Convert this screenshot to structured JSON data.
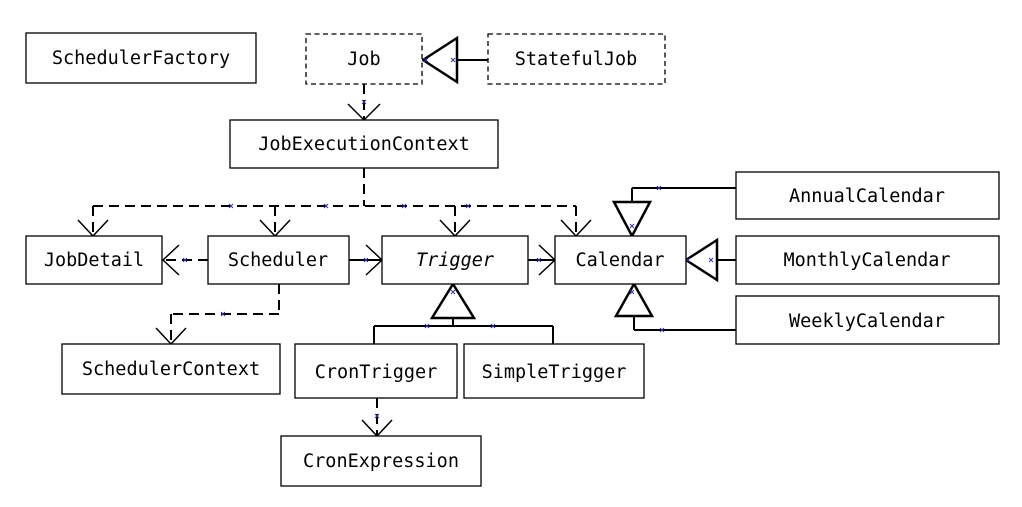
{
  "classes": {
    "scheduler_factory": "SchedulerFactory",
    "job": "Job",
    "stateful_job": "StatefulJob",
    "job_execution_context": "JobExecutionContext",
    "annual_calendar": "AnnualCalendar",
    "job_detail": "JobDetail",
    "scheduler": "Scheduler",
    "trigger": "Trigger",
    "calendar": "Calendar",
    "monthly_calendar": "MonthlyCalendar",
    "weekly_calendar": "WeeklyCalendar",
    "scheduler_context": "SchedulerContext",
    "cron_trigger": "CronTrigger",
    "simple_trigger": "SimpleTrigger",
    "cron_expression": "CronExpression"
  }
}
